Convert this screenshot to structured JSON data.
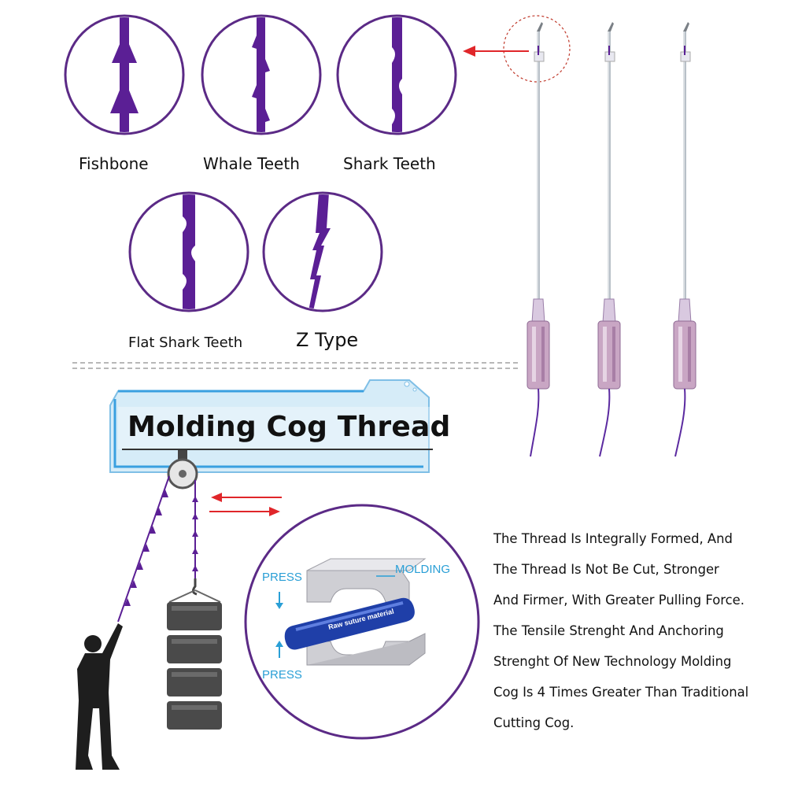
{
  "thread_types": [
    {
      "label": "Fishbone",
      "icon": "fishbone-thread-icon"
    },
    {
      "label": "Whale Teeth",
      "icon": "whale-teeth-thread-icon"
    },
    {
      "label": "Shark Teeth",
      "icon": "shark-teeth-thread-icon"
    },
    {
      "label": "Flat Shark Teeth",
      "icon": "flat-shark-teeth-thread-icon"
    },
    {
      "label": "Z Type",
      "icon": "z-type-thread-icon"
    }
  ],
  "banner": {
    "title": "Molding Cog Thread"
  },
  "molding_diagram": {
    "press_top": "PRESS",
    "press_bottom": "PRESS",
    "molding": "MOLDING",
    "material": "Raw suture material"
  },
  "description": {
    "lines": [
      "The Thread Is Integrally Formed, And",
      "The Thread Is Not Be Cut, Stronger",
      "And Firmer, With Greater Pulling Force.",
      "The Tensile Strenght And Anchoring",
      "Strenght Of New Technology Molding",
      "Cog Is 4 Times Greater Than Traditional",
      "Cutting Cog."
    ]
  },
  "colors": {
    "thread": "#5b1f95",
    "circle_border": "#5b2a86",
    "arrow": "#e0262a",
    "press_text": "#2a9fd6",
    "banner_fill": "#d6ecf8"
  }
}
